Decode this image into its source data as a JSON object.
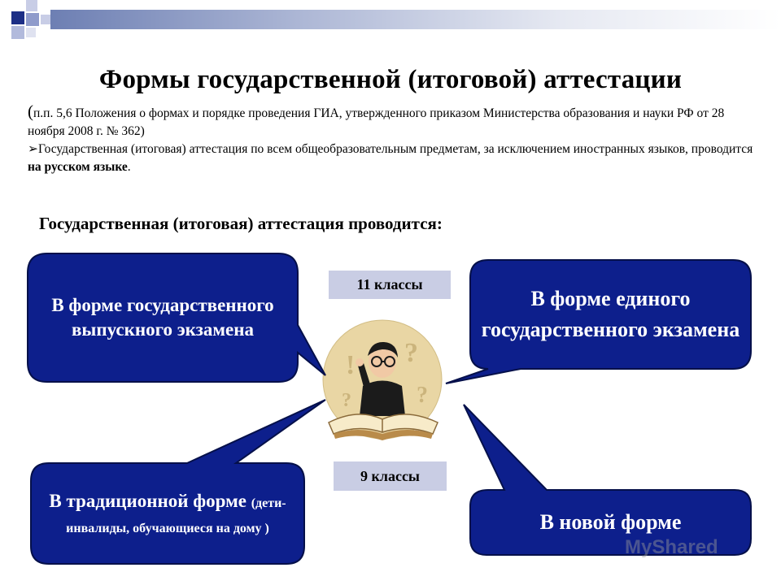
{
  "title": "Формы государственной (итоговой) аттестации",
  "note": {
    "open_paren": "(",
    "line1": "п.п. 5,6 Положения о формах и порядке проведения ГИА, утвержденного приказом Министерства образования и науки РФ от 28 ноября 2008 г. № 362)",
    "bullet": "➢",
    "line2": "Государственная (итоговая) аттестация по всем общеобразовательным предметам, за исключением иностранных языков, проводится",
    "line2_bold": "на русском языке",
    "line2_end": "."
  },
  "subheading": "Государственная (итоговая) аттестация проводится:",
  "bubbles": {
    "ge": "В форме государственного выпускного экзамена",
    "ege": "В форме единого государственного экзамена",
    "trad_main": "В традиционной форме",
    "trad_small": "(дети-инвалиды, обучающиеся на дому )",
    "new": "В новой форме"
  },
  "grades": {
    "eleven": "11 классы",
    "nine": "9 классы"
  },
  "watermark": "MyShared",
  "colors": {
    "bubble_fill": "#0d1f8c",
    "bubble_border": "#05104a",
    "grade_fill": "#c9cde4",
    "circle_fill": "#e9d6a4"
  }
}
